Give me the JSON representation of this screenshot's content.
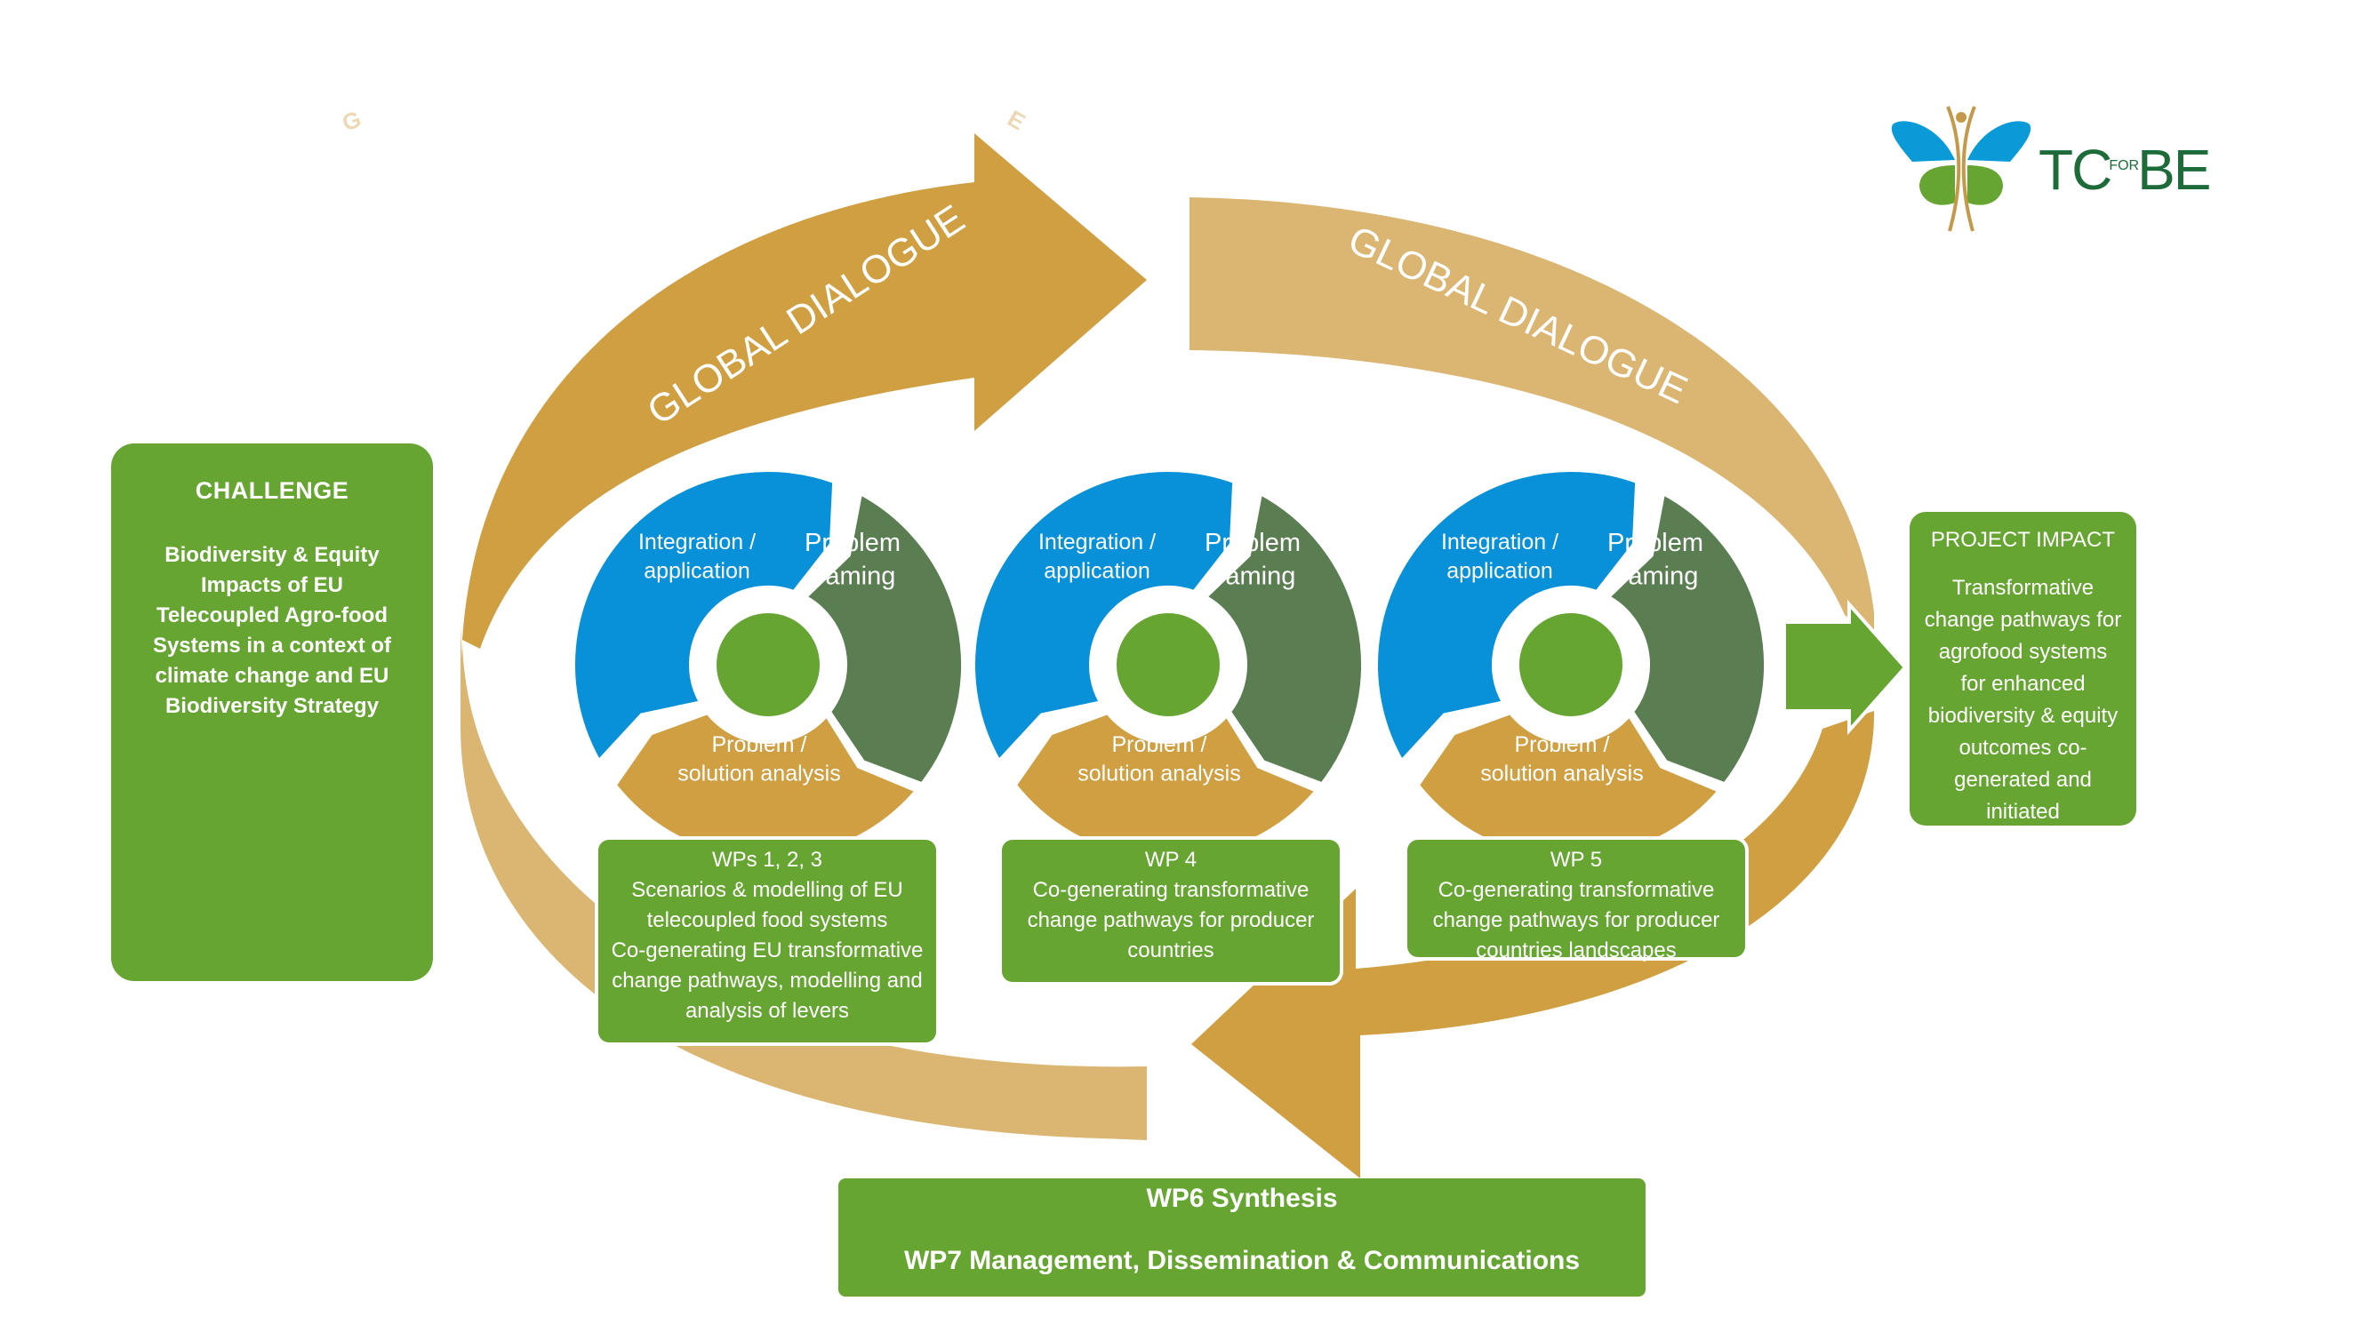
{
  "colors": {
    "green_box": "#66a532",
    "gold_dark": "#cf9f42",
    "gold_light": "#dbb572",
    "blue_segment": "#0890d8",
    "green_dark_segment": "#5a7d52",
    "center_circle": "#66a532",
    "logo_text": "#1e6b3a"
  },
  "logo": {
    "brand_left": "TC",
    "brand_small": "FOR",
    "brand_right": "BE"
  },
  "faded_letters": [
    "G",
    "E"
  ],
  "arrows": {
    "top_left_label": "GLOBAL DIALOGUE",
    "top_right_label": "GLOBAL DIALOGUE"
  },
  "challenge": {
    "title": "CHALLENGE",
    "lines": [
      "Biodiversity & Equity",
      "Impacts of EU",
      "Telecoupled Agro-food",
      "Systems in a context of",
      "climate change and EU",
      "Biodiversity Strategy"
    ]
  },
  "cycles": [
    {
      "segments": {
        "integration": [
          "Integration /",
          "application"
        ],
        "framing": [
          "Problem",
          "framing"
        ],
        "analysis": [
          "Problem /",
          "solution analysis"
        ]
      }
    },
    {
      "segments": {
        "integration": [
          "Integration /",
          "application"
        ],
        "framing": [
          "Problem",
          "framing"
        ],
        "analysis": [
          "Problem /",
          "solution analysis"
        ]
      }
    },
    {
      "segments": {
        "integration": [
          "Integration /",
          "application"
        ],
        "framing": [
          "Problem",
          "framing"
        ],
        "analysis": [
          "Problem /",
          "solution analysis"
        ]
      }
    }
  ],
  "work_packages": [
    {
      "title": "WPs 1, 2, 3",
      "lines": [
        "Scenarios & modelling of EU",
        "telecoupled food systems",
        "Co-generating EU transformative",
        "change pathways, modelling and",
        "analysis of levers"
      ]
    },
    {
      "title": "WP 4",
      "lines": [
        "Co-generating transformative",
        "change pathways for producer",
        "countries"
      ]
    },
    {
      "title": "WP 5",
      "lines": [
        "Co-generating transformative",
        "change pathways for producer",
        "countries landscapes"
      ]
    }
  ],
  "bottom_box": {
    "line1": "WP6  Synthesis",
    "line2": "WP7  Management, Dissemination & Communications"
  },
  "impact": {
    "title": "PROJECT IMPACT",
    "lines": [
      "Transformative",
      "change pathways for",
      "agrofood systems",
      "for enhanced",
      "biodiversity & equity",
      "outcomes co-",
      "generated and",
      "initiated"
    ]
  }
}
